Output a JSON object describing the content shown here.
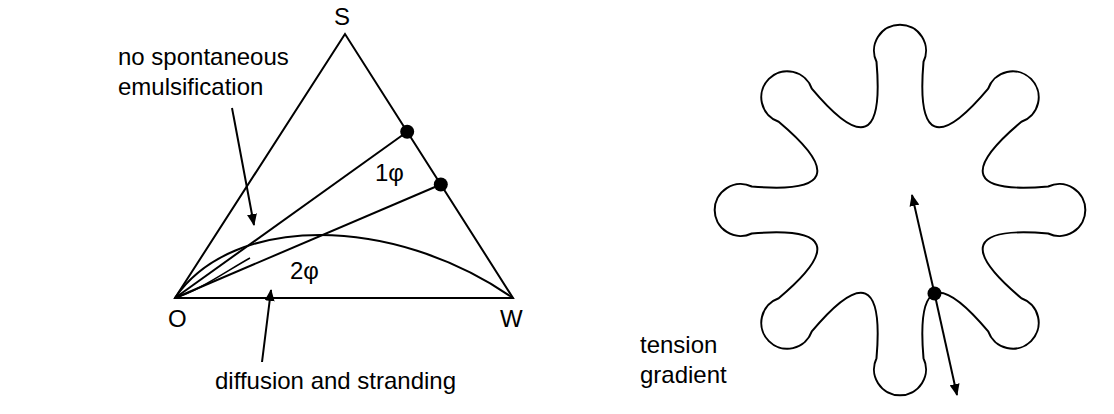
{
  "diagram": {
    "labels": [
      "S",
      "1φ",
      "no spontaneous emulsification",
      "2φ",
      "O",
      "W",
      "diffusion and stranding",
      "tension gradient"
    ]
  }
}
